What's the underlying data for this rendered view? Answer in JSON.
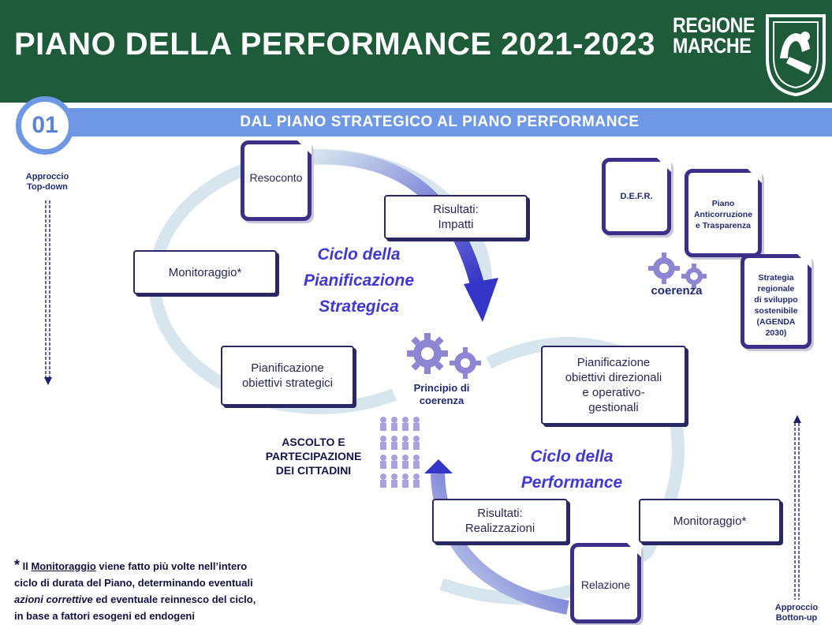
{
  "header": {
    "title": "PIANO DELLA PERFORMANCE 2021-2023",
    "logo_line1": "REGIONE",
    "logo_line2": "MARCHE"
  },
  "section": {
    "number": "01",
    "title": "DAL PIANO STRATEGICO AL PIANO PERFORMANCE"
  },
  "approach": {
    "top_down": "Approccio\nTop-down",
    "bottom_up": "Approccio\nBotton-up"
  },
  "strategic_cycle": {
    "title": "Ciclo della\nPianificazione\nStrategica",
    "resoconto": "Resoconto",
    "risultati": "Risultati:\nImpatti",
    "monitoraggio": "Monitoraggio*",
    "pianificazione": "Pianificazione\nobiettivi strategici"
  },
  "center": {
    "principle": "Principio di\ncoerenza",
    "citizens": "ASCOLTO E\nPARTECIPAZIONE\nDEI CITTADINI"
  },
  "performance_cycle": {
    "title": "Ciclo della\nPerformance",
    "pianificazione": "Pianificazione\nobiettivi direzionali\ne operativo-\ngestionali",
    "risultati": "Risultati:\nRealizzazioni",
    "monitoraggio": "Monitoraggio*",
    "relazione": "Relazione"
  },
  "coherence": {
    "defr": "D.E.F.R.",
    "anticorruzione": "Piano\nAnticorruzione\ne Trasparenza",
    "agenda": "Strategia\nregionale\ndi sviluppo\nsostenibile\n(AGENDA\n2030)",
    "label": "coerenza"
  },
  "footnote": {
    "star": "*",
    "part1": " Il ",
    "monitoraggio": "Monitoraggio",
    "part2": " viene fatto più volte nell’intero",
    "line2": "ciclo di durata del Piano, determinando eventuali",
    "azioni": "azioni correttive",
    "part3": " ed eventuale reinnesco del ciclo,",
    "line4": "in base a fattori esogeni ed endogeni"
  },
  "colors": {
    "header_green": "#1e5b3a",
    "banner_blue": "#6e98e5",
    "box_border": "#2a2765",
    "cycle_title": "#3f37d6",
    "gear": "#8d86d2",
    "ring": "#d7e6ee"
  }
}
